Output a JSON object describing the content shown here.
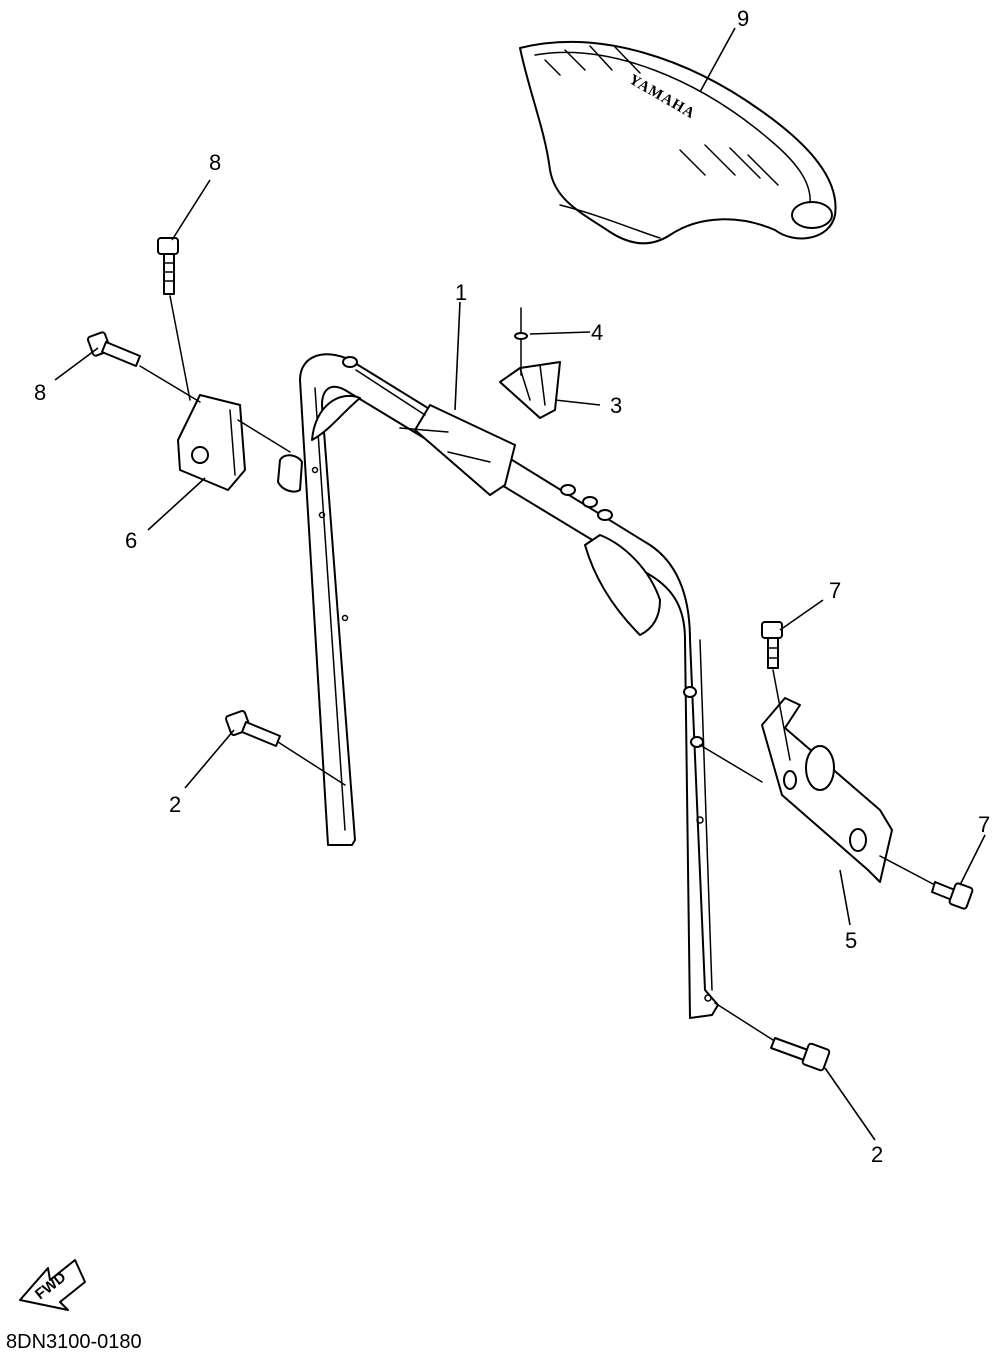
{
  "diagram": {
    "callouts": [
      {
        "id": "9",
        "label": "9"
      },
      {
        "id": "8a",
        "label": "8"
      },
      {
        "id": "8b",
        "label": "8"
      },
      {
        "id": "1",
        "label": "1"
      },
      {
        "id": "4",
        "label": "4"
      },
      {
        "id": "3",
        "label": "3"
      },
      {
        "id": "6",
        "label": "6"
      },
      {
        "id": "7a",
        "label": "7"
      },
      {
        "id": "7b",
        "label": "7"
      },
      {
        "id": "2a",
        "label": "2"
      },
      {
        "id": "5",
        "label": "5"
      },
      {
        "id": "2b",
        "label": "2"
      }
    ],
    "pad_brand": "YAMAHA",
    "fwd_label": "FWD",
    "diagram_code": "8DN3100-0180"
  }
}
